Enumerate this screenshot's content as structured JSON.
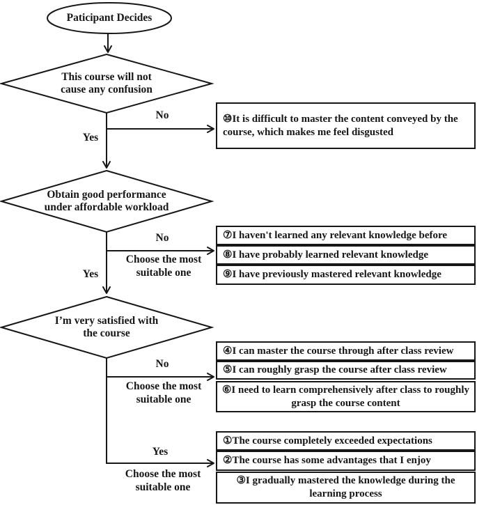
{
  "flowchart": {
    "start": {
      "label": "Paticipant Decides"
    },
    "decisions": [
      {
        "line1": "This course will not",
        "line2": "cause any confusion"
      },
      {
        "line1": "Obtain good performance",
        "line2": "under affordable workload"
      },
      {
        "line1": "I’m very satisfied with",
        "line2": "the course"
      }
    ],
    "branch_labels": {
      "no": "No",
      "yes": "Yes",
      "choose": "Choose the most suitable one"
    },
    "outcomes": {
      "b10": {
        "text": "⑩It is difficult to master the content conveyed by the course, which makes me feel disgusted"
      },
      "b7": {
        "text": "⑦I haven't learned any relevant knowledge before"
      },
      "b8": {
        "text": "⑧I have probably learned relevant knowledge"
      },
      "b9": {
        "text": "⑨I have previously mastered relevant knowledge"
      },
      "b4": {
        "text": "④I can master the course through after class review"
      },
      "b5": {
        "text": "⑤I can roughly grasp the course after class review"
      },
      "b6": {
        "text": "⑥I need to learn comprehensively after class to roughly grasp the course content"
      },
      "b1": {
        "text": "①The course completely exceeded expectations"
      },
      "b2": {
        "text": "②The course has some advantages that I enjoy"
      },
      "b3": {
        "text": "③I gradually mastered the knowledge during the learning process"
      }
    },
    "colors": {
      "line": "#161616",
      "background": "#ffffff"
    }
  }
}
